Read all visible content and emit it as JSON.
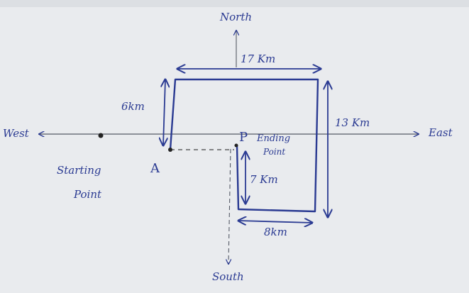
{
  "directions": {
    "north": "North",
    "south": "South",
    "east": "East",
    "west": "West"
  },
  "points": {
    "start_letter": "A",
    "start_line1": "Starting",
    "start_line2": "Point",
    "end_letter": "P",
    "end_line1": "Ending",
    "end_line2": "Point"
  },
  "distances": {
    "d1": "6km",
    "d2": "17 Km",
    "d3": "13 Km",
    "d4": "8km",
    "d5": "7 Km"
  },
  "colors": {
    "ink": "#2a3a92",
    "paper": "#e9ebee",
    "pencil": "#555a66"
  }
}
